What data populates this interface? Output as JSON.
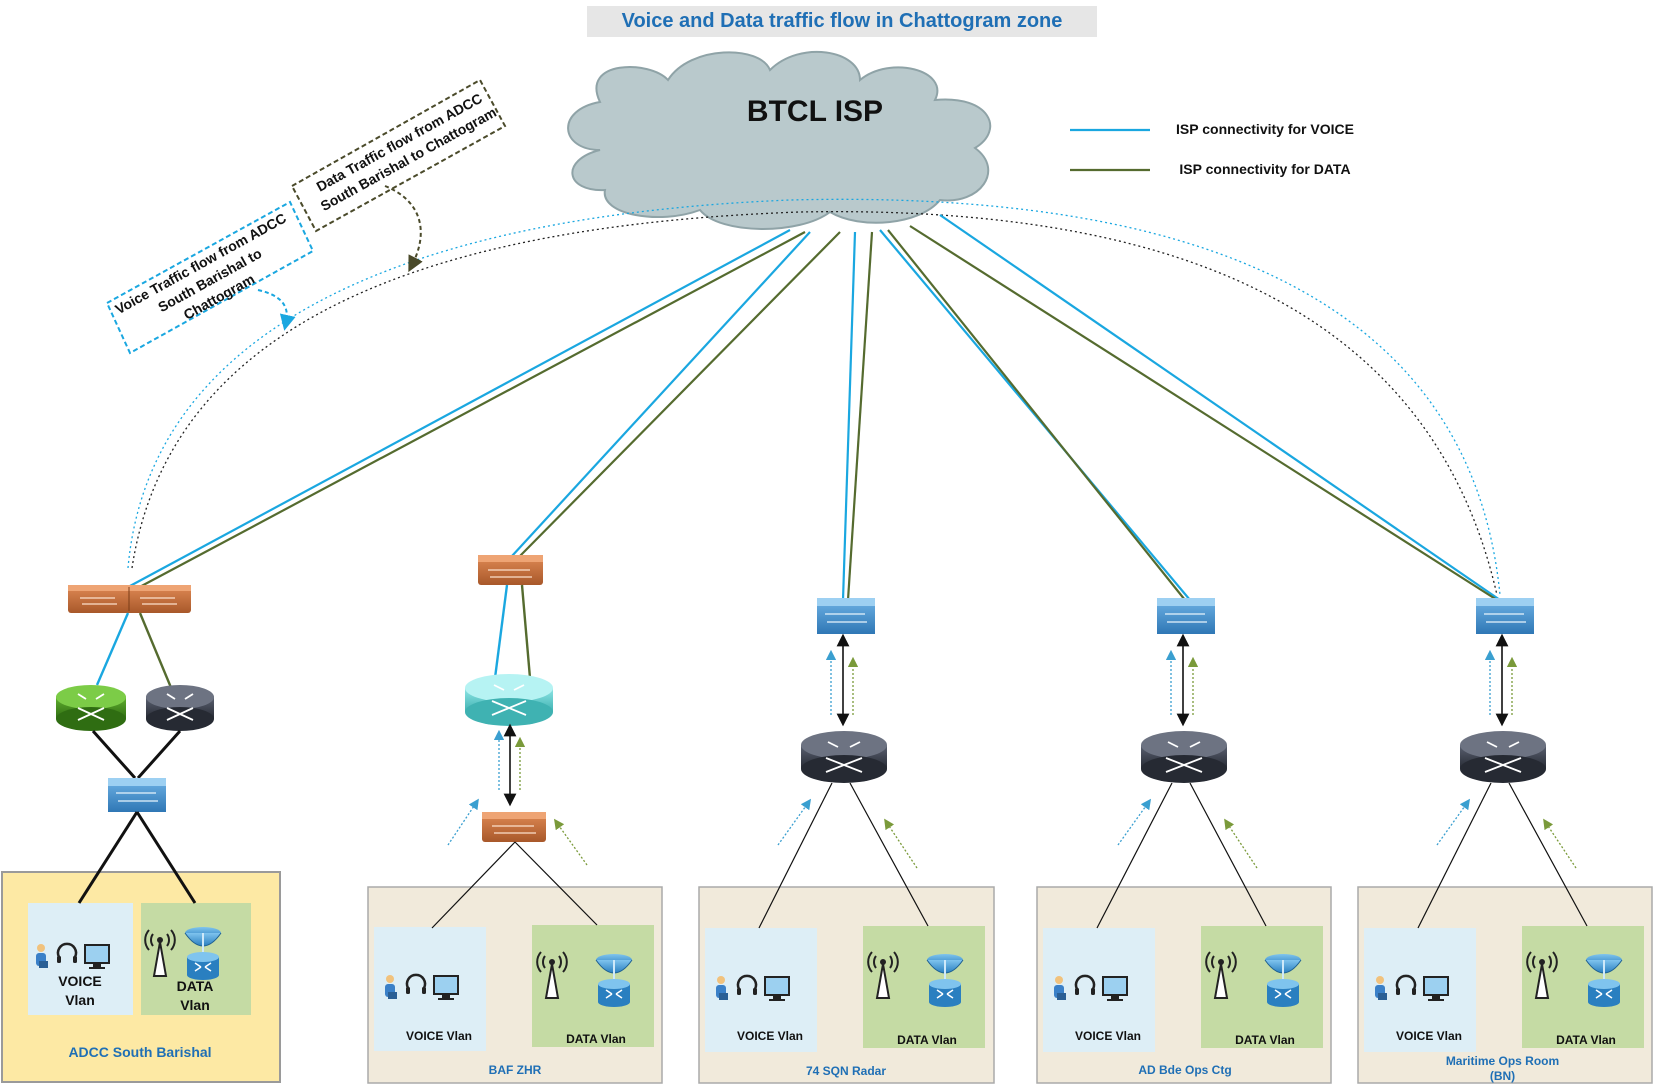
{
  "title": "Voice and Data traffic flow in Chattogram zone",
  "cloud": {
    "label": "BTCL ISP"
  },
  "legend": [
    {
      "label": "ISP connectivity for VOICE",
      "color": "#1aa7e0"
    },
    {
      "label": "ISP connectivity for DATA",
      "color": "#556b2f"
    }
  ],
  "callouts": {
    "data_flow": "Data Traffic flow from ADCC South Barishal to Chattogram",
    "voice_flow": "Voice Traffic flow from ADCC South Barishal to Chattogram"
  },
  "sites": [
    {
      "name": "ADCC South Barishal",
      "voice_vlan": "VOICE Vlan",
      "data_vlan": "DATA Vlan"
    },
    {
      "name": "BAF ZHR",
      "voice_vlan": "VOICE Vlan",
      "data_vlan": "DATA Vlan"
    },
    {
      "name": "74 SQN Radar",
      "voice_vlan": "VOICE Vlan",
      "data_vlan": "DATA Vlan"
    },
    {
      "name": "AD Bde Ops Ctg",
      "voice_vlan": "VOICE Vlan",
      "data_vlan": "DATA Vlan"
    },
    {
      "name": "Maritime Ops Room (BN)",
      "voice_vlan": "VOICE Vlan",
      "data_vlan": "DATA Vlan"
    }
  ],
  "colors": {
    "voice_line": "#1aa7e0",
    "data_line": "#556b2f",
    "title": "#1f6fb5",
    "cloud_fill": "#b9c9cc",
    "voice_box": "#ddeef6",
    "data_box": "#c5dba4",
    "site_box": "#f1eadb",
    "adcc_box": "#fde9a4",
    "orange_switch": "#c8703c",
    "blue_switch": "#3f8fd0",
    "dark_router": "#3a3f4b"
  }
}
